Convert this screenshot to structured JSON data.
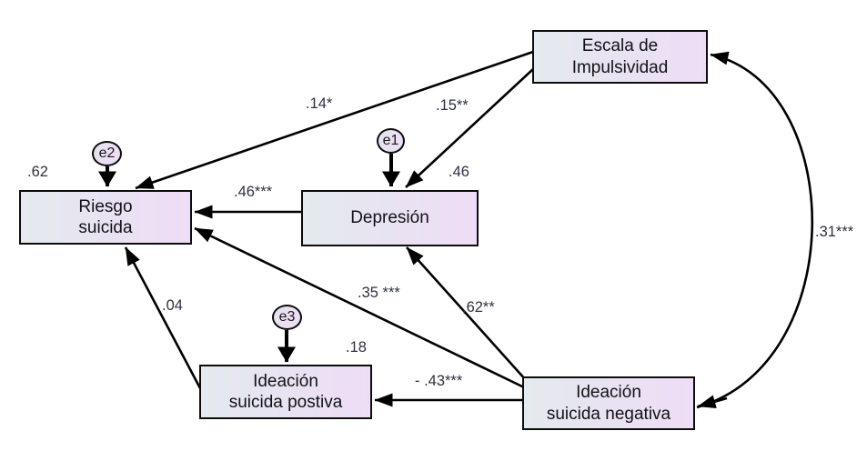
{
  "nodes": {
    "escala": {
      "label": "Escala de\nImpulsividad"
    },
    "riesgo": {
      "label": "Riesgo\nsuicida",
      "variance": ".62"
    },
    "depresion": {
      "label": "Depresión",
      "variance": ".46"
    },
    "positiva": {
      "label": "Ideación\nsuicida postiva",
      "variance": ".18"
    },
    "negativa": {
      "label": "Ideación\nsuicida negativa"
    }
  },
  "errors": {
    "e1": "e1",
    "e2": "e2",
    "e3": "e3"
  },
  "paths": {
    "escala_riesgo": ".14*",
    "escala_depresion": ".15**",
    "depresion_riesgo": ".46***",
    "negativa_riesgo": ".35 ***",
    "negativa_depresion": ",62**",
    "negativa_positiva": "- .43***",
    "positiva_riesgo": ".04",
    "covariance_escala_negativa": ".31***"
  },
  "colors": {
    "box_fill_left": "#e4eaee",
    "box_fill_right": "#eeddf7",
    "border": "#0c0c0c",
    "arrow": "#000000",
    "label_text": "#2e3140"
  }
}
